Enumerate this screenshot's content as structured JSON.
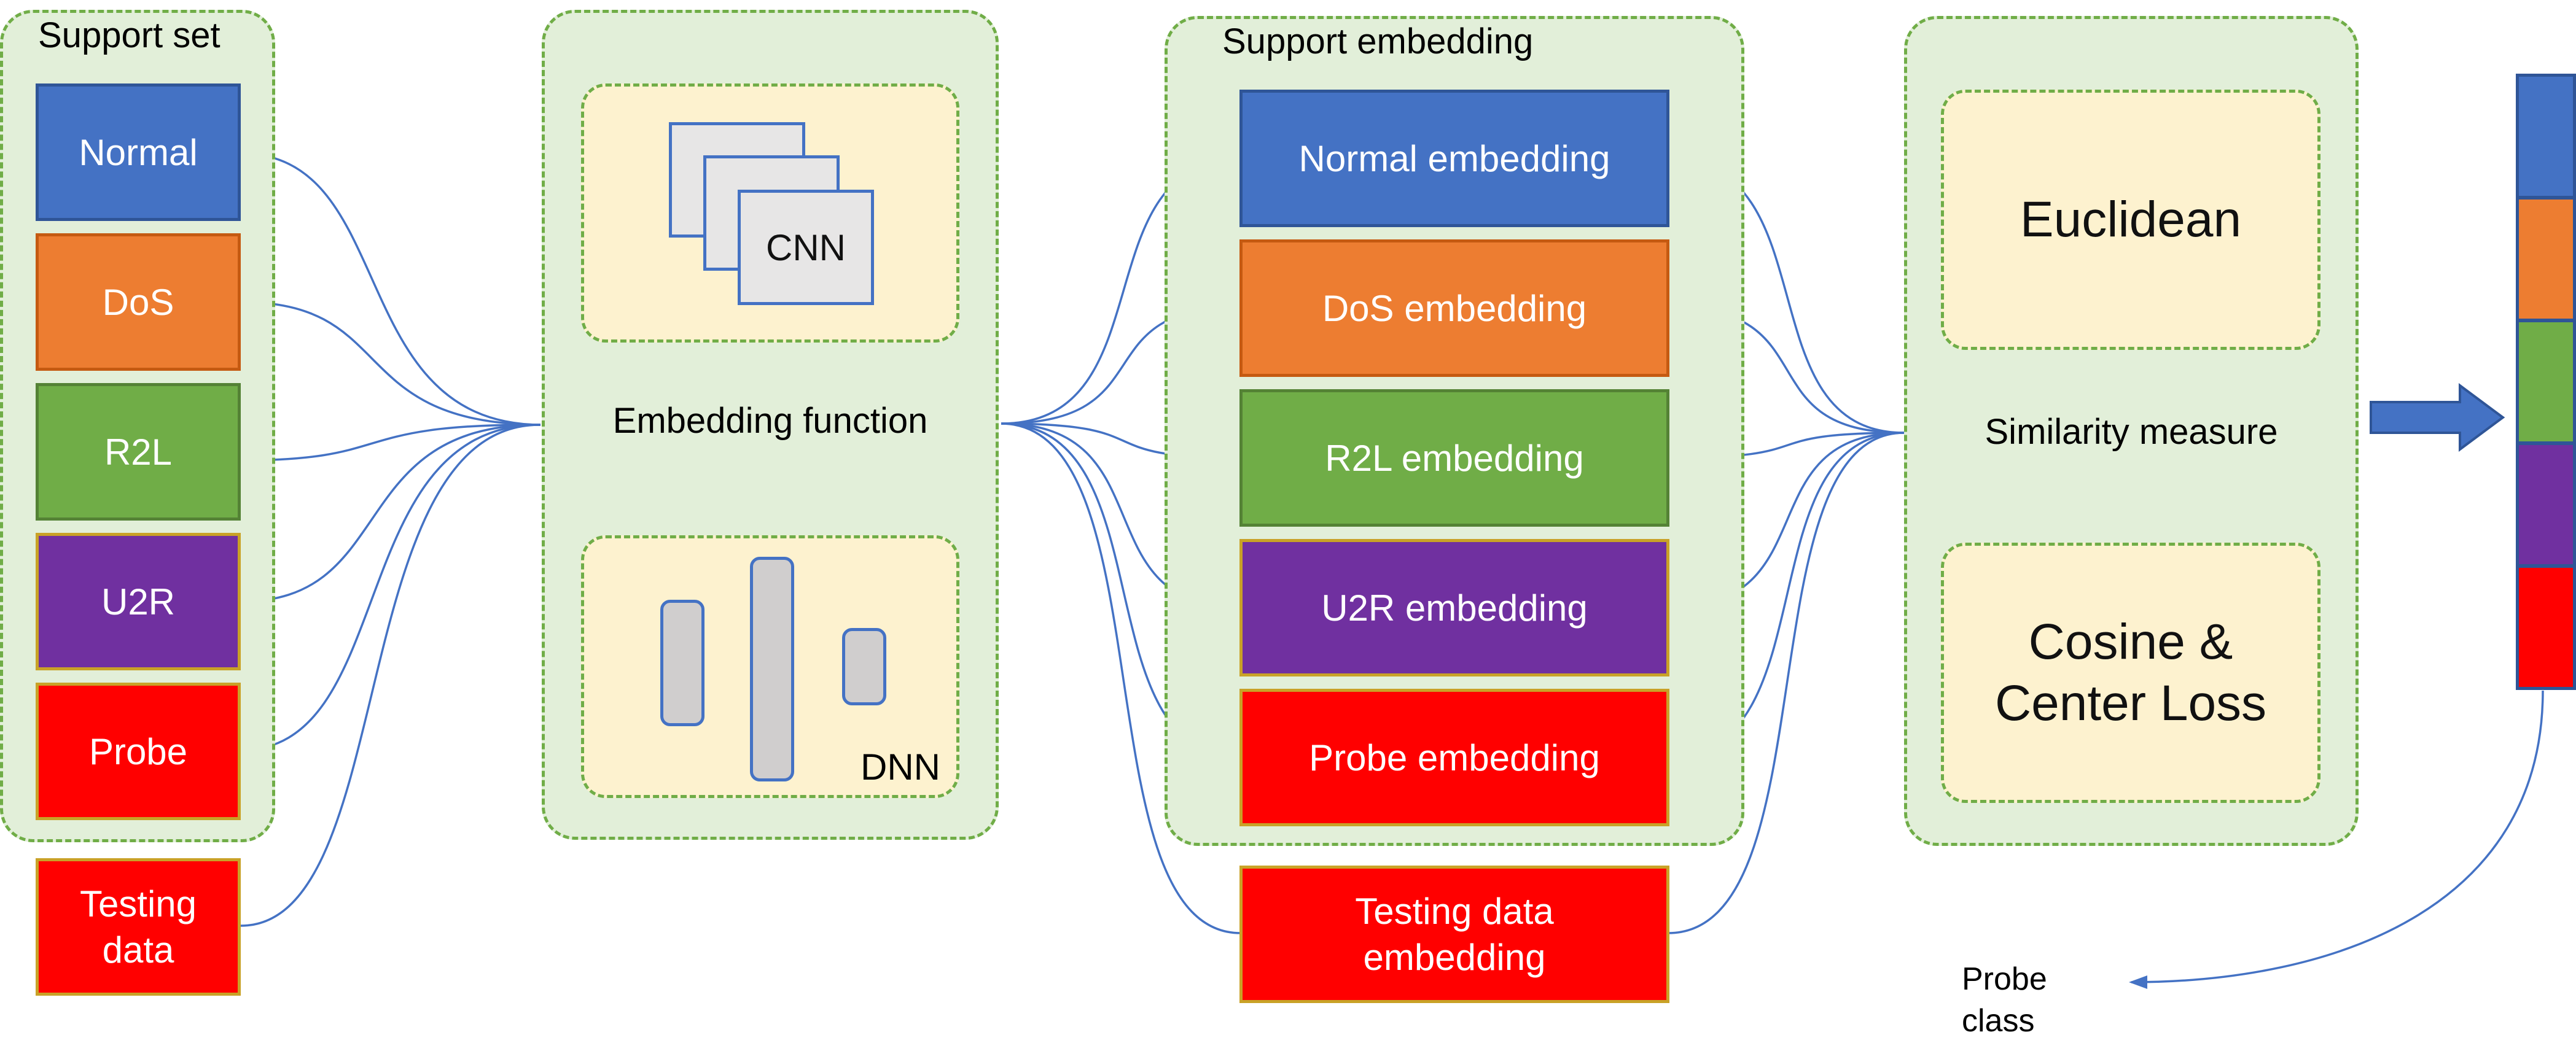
{
  "support_set": {
    "title": "Support set",
    "classes": [
      {
        "label": "Normal",
        "color": "#4472c4"
      },
      {
        "label": "DoS",
        "color": "#ed7d31"
      },
      {
        "label": "R2L",
        "color": "#70ad47"
      },
      {
        "label": "U2R",
        "color": "#7030a0"
      },
      {
        "label": "Probe",
        "color": "#ff0000"
      }
    ],
    "testing_data": "Testing\ndata"
  },
  "embedding_function": {
    "title": "Embedding function",
    "cnn_label": "CNN",
    "dnn_label": "DNN"
  },
  "support_embedding": {
    "title": "Support embedding",
    "items": [
      {
        "label": "Normal embedding",
        "color": "#4472c4"
      },
      {
        "label": "DoS embedding",
        "color": "#ed7d31"
      },
      {
        "label": "R2L embedding",
        "color": "#70ad47"
      },
      {
        "label": "U2R embedding",
        "color": "#7030a0"
      },
      {
        "label": "Probe embedding",
        "color": "#ff0000"
      }
    ],
    "testing_embedding": "Testing data\nembedding"
  },
  "similarity": {
    "title": "Similarity measure",
    "metric_top": "Euclidean",
    "metric_bottom": "Cosine &\nCenter Loss"
  },
  "output": {
    "segment_colors": [
      "#4472c4",
      "#ed7d31",
      "#70ad47",
      "#7030a0",
      "#ff0000"
    ],
    "result": "Probe\nclass"
  },
  "colors": {
    "connector": "#4472c4",
    "panel_fill": "#e2efd9",
    "panel_border": "#70ad47",
    "subpanel_fill": "#fdf2cf"
  }
}
